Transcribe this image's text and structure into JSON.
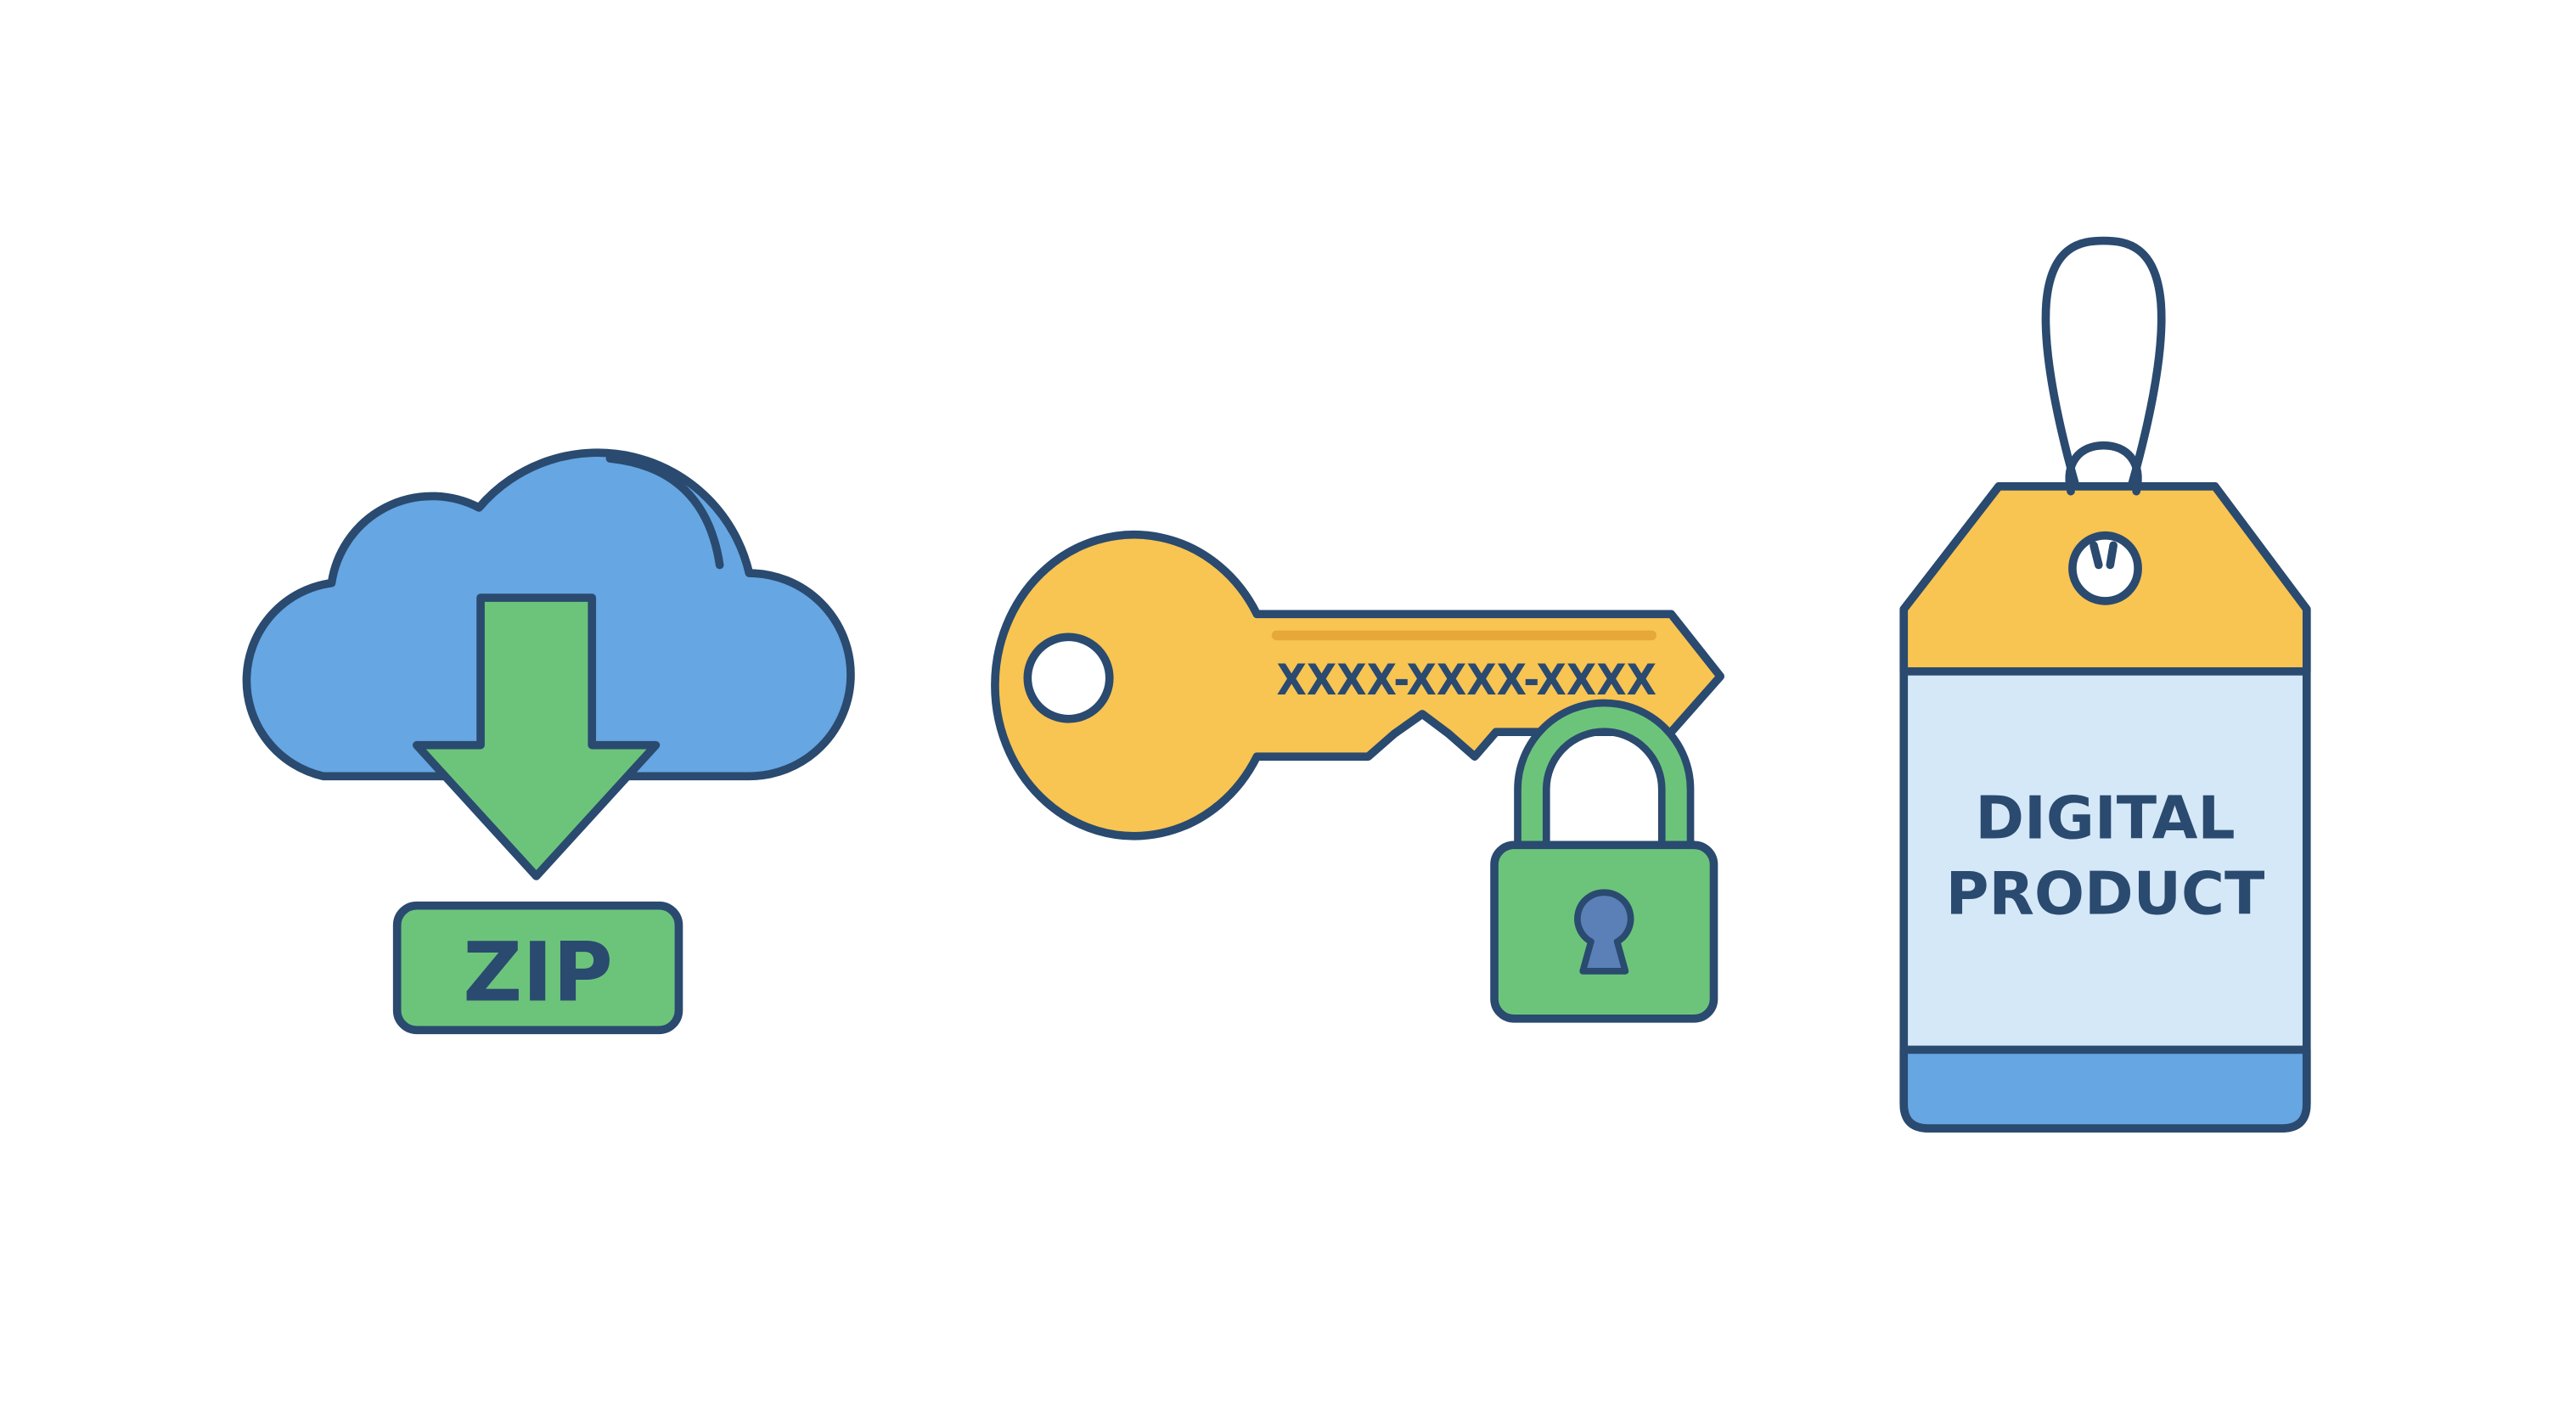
{
  "illustration": {
    "download": {
      "icon": "cloud-download-icon",
      "badge_label": "ZIP"
    },
    "license_key": {
      "icon": "key-icon",
      "key_text": "XXXX-XXXX-XXXX",
      "lock_icon": "padlock-icon"
    },
    "product_tag": {
      "icon": "price-tag-icon",
      "line1": "DIGITAL",
      "line2": "PRODUCT"
    }
  },
  "colors": {
    "outline": "#2A4A6F",
    "cloud_blue": "#66A6E2",
    "green": "#6CC47B",
    "yellow": "#F8C452",
    "yellow_dark": "#E6A838",
    "tag_light_blue": "#D5E8F8",
    "text_dark": "#2A4A6F",
    "background": "#FFFFFF"
  }
}
